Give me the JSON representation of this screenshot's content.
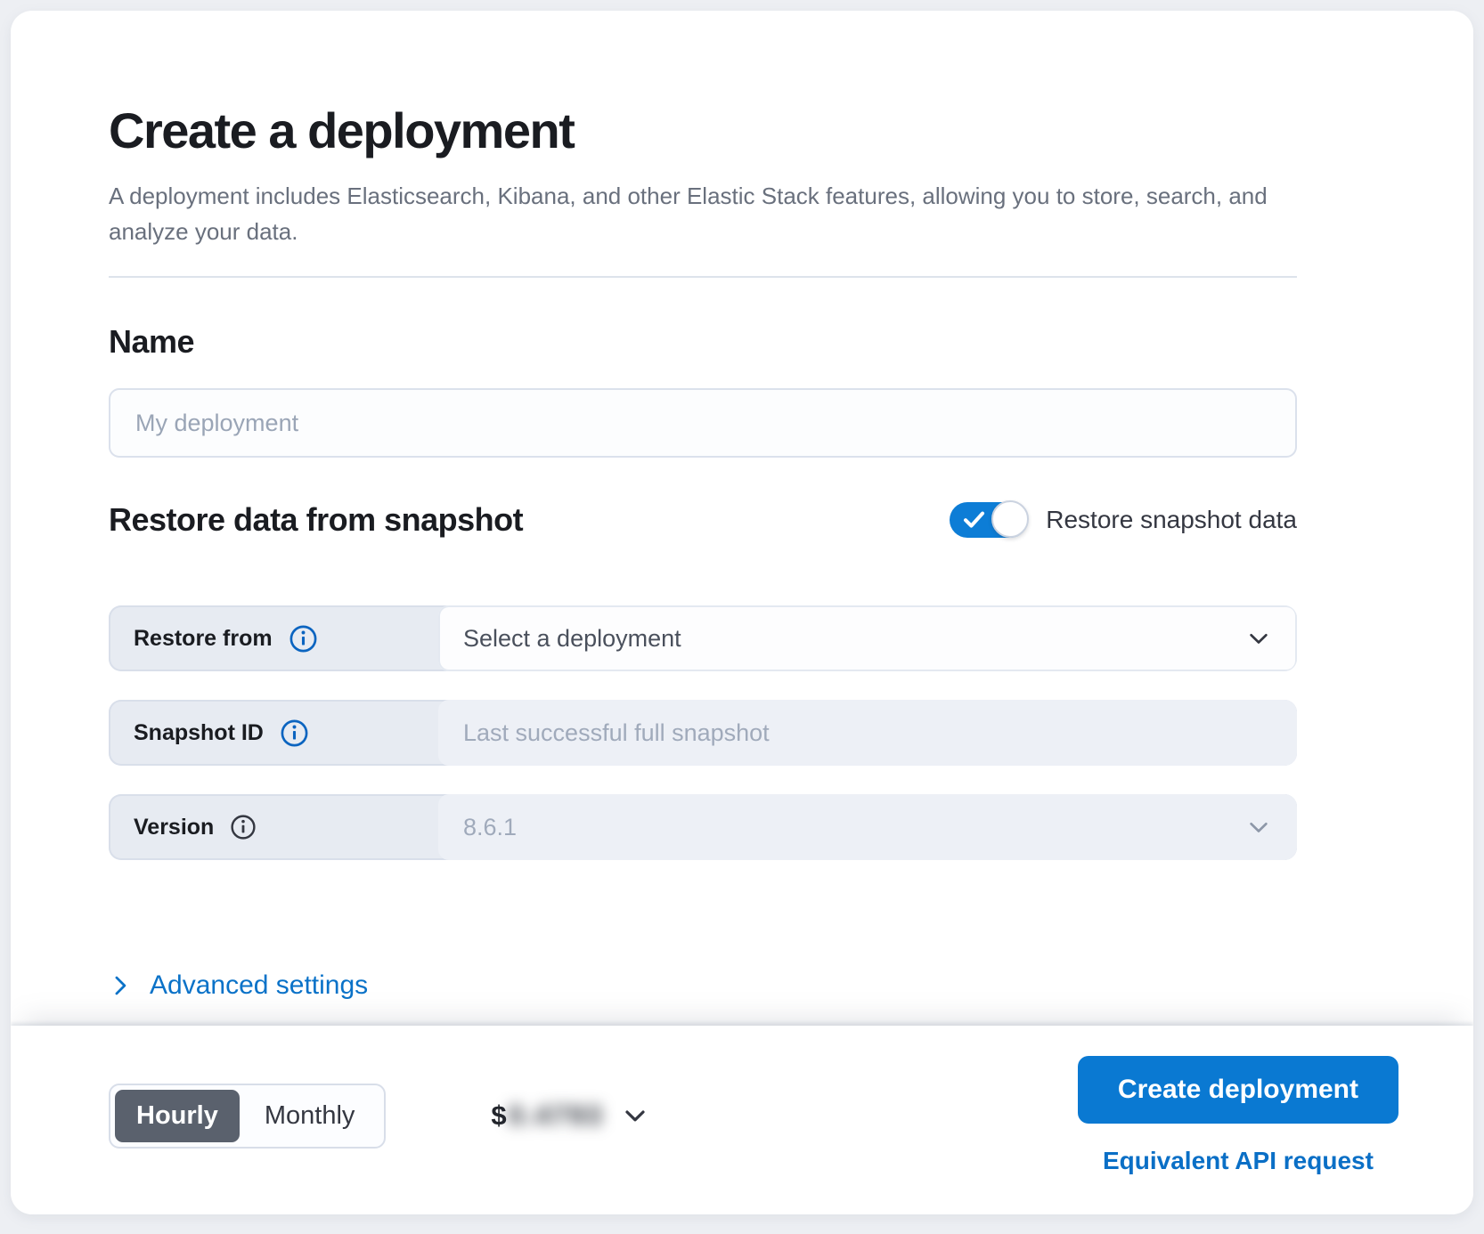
{
  "colors": {
    "primary_button": "#0a79d2",
    "link": "#0a6fc6",
    "toggle_on": "#0d7dd6",
    "info_icon_blue": "#0b64c0",
    "selected_segment": "#5a616d"
  },
  "icons": {
    "info": "info-in-circle",
    "chevron_down": "chevron-down",
    "chevron_right": "chevron-right",
    "check": "check-mark"
  },
  "header": {
    "title": "Create a deployment",
    "subtitle": "A deployment includes Elasticsearch, Kibana, and other Elastic Stack features, allowing you to store, search, and analyze your data."
  },
  "name_section": {
    "heading": "Name",
    "input_placeholder": "My deployment",
    "input_value": ""
  },
  "snapshot_section": {
    "heading": "Restore data from snapshot",
    "toggle_label": "Restore snapshot data",
    "toggle_state": "on",
    "restore_from": {
      "label": "Restore from",
      "value": "Select a deployment"
    },
    "snapshot_id": {
      "label": "Snapshot ID",
      "placeholder": "Last successful full snapshot"
    },
    "version": {
      "label": "Version",
      "value": "8.6.1"
    }
  },
  "advanced_settings": {
    "label": "Advanced settings"
  },
  "footer": {
    "billing_period": {
      "options": [
        "Hourly",
        "Monthly"
      ],
      "selected": "Hourly"
    },
    "price": {
      "currency_symbol": "$",
      "amount": "0.4793",
      "amount_obscured": true
    },
    "create_button_label": "Create deployment",
    "api_request_link": "Equivalent API request"
  }
}
